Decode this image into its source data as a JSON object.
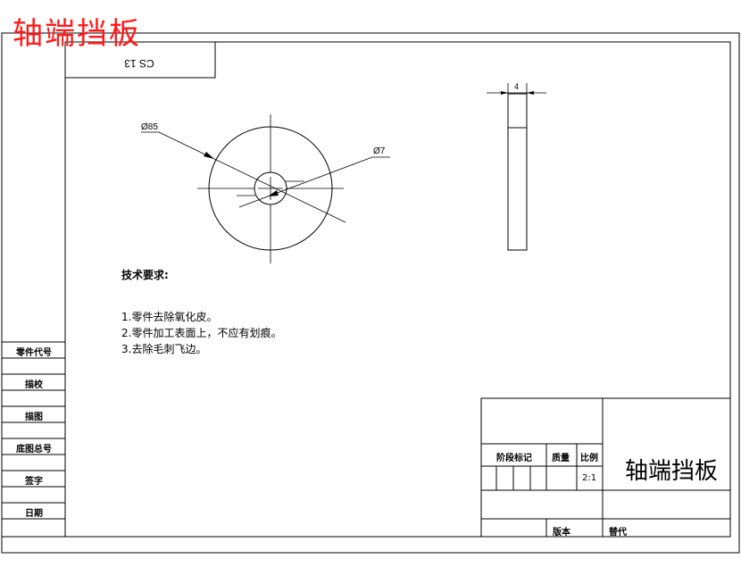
{
  "header": {
    "overlay_title": "轴端挡板",
    "stamp_code": "CS 13"
  },
  "view": {
    "dim_outer": "Ø85",
    "dim_inner": "Ø7",
    "dim_thickness": "4"
  },
  "notes": {
    "heading": "技术要求:",
    "items": [
      "1.零件去除氧化皮。",
      "2.零件加工表面上，不应有划痕。",
      "3.去除毛刺飞边。"
    ]
  },
  "side_table": [
    "零件代号",
    "描校",
    "描图",
    "底图总号",
    "签字",
    "日期"
  ],
  "title_block": {
    "stage_mark": "阶段标记",
    "mass": "质量",
    "scale_label": "比例",
    "scale_value": "2:1",
    "part_name": "轴端挡板",
    "version": "版本",
    "replace": "替代"
  }
}
